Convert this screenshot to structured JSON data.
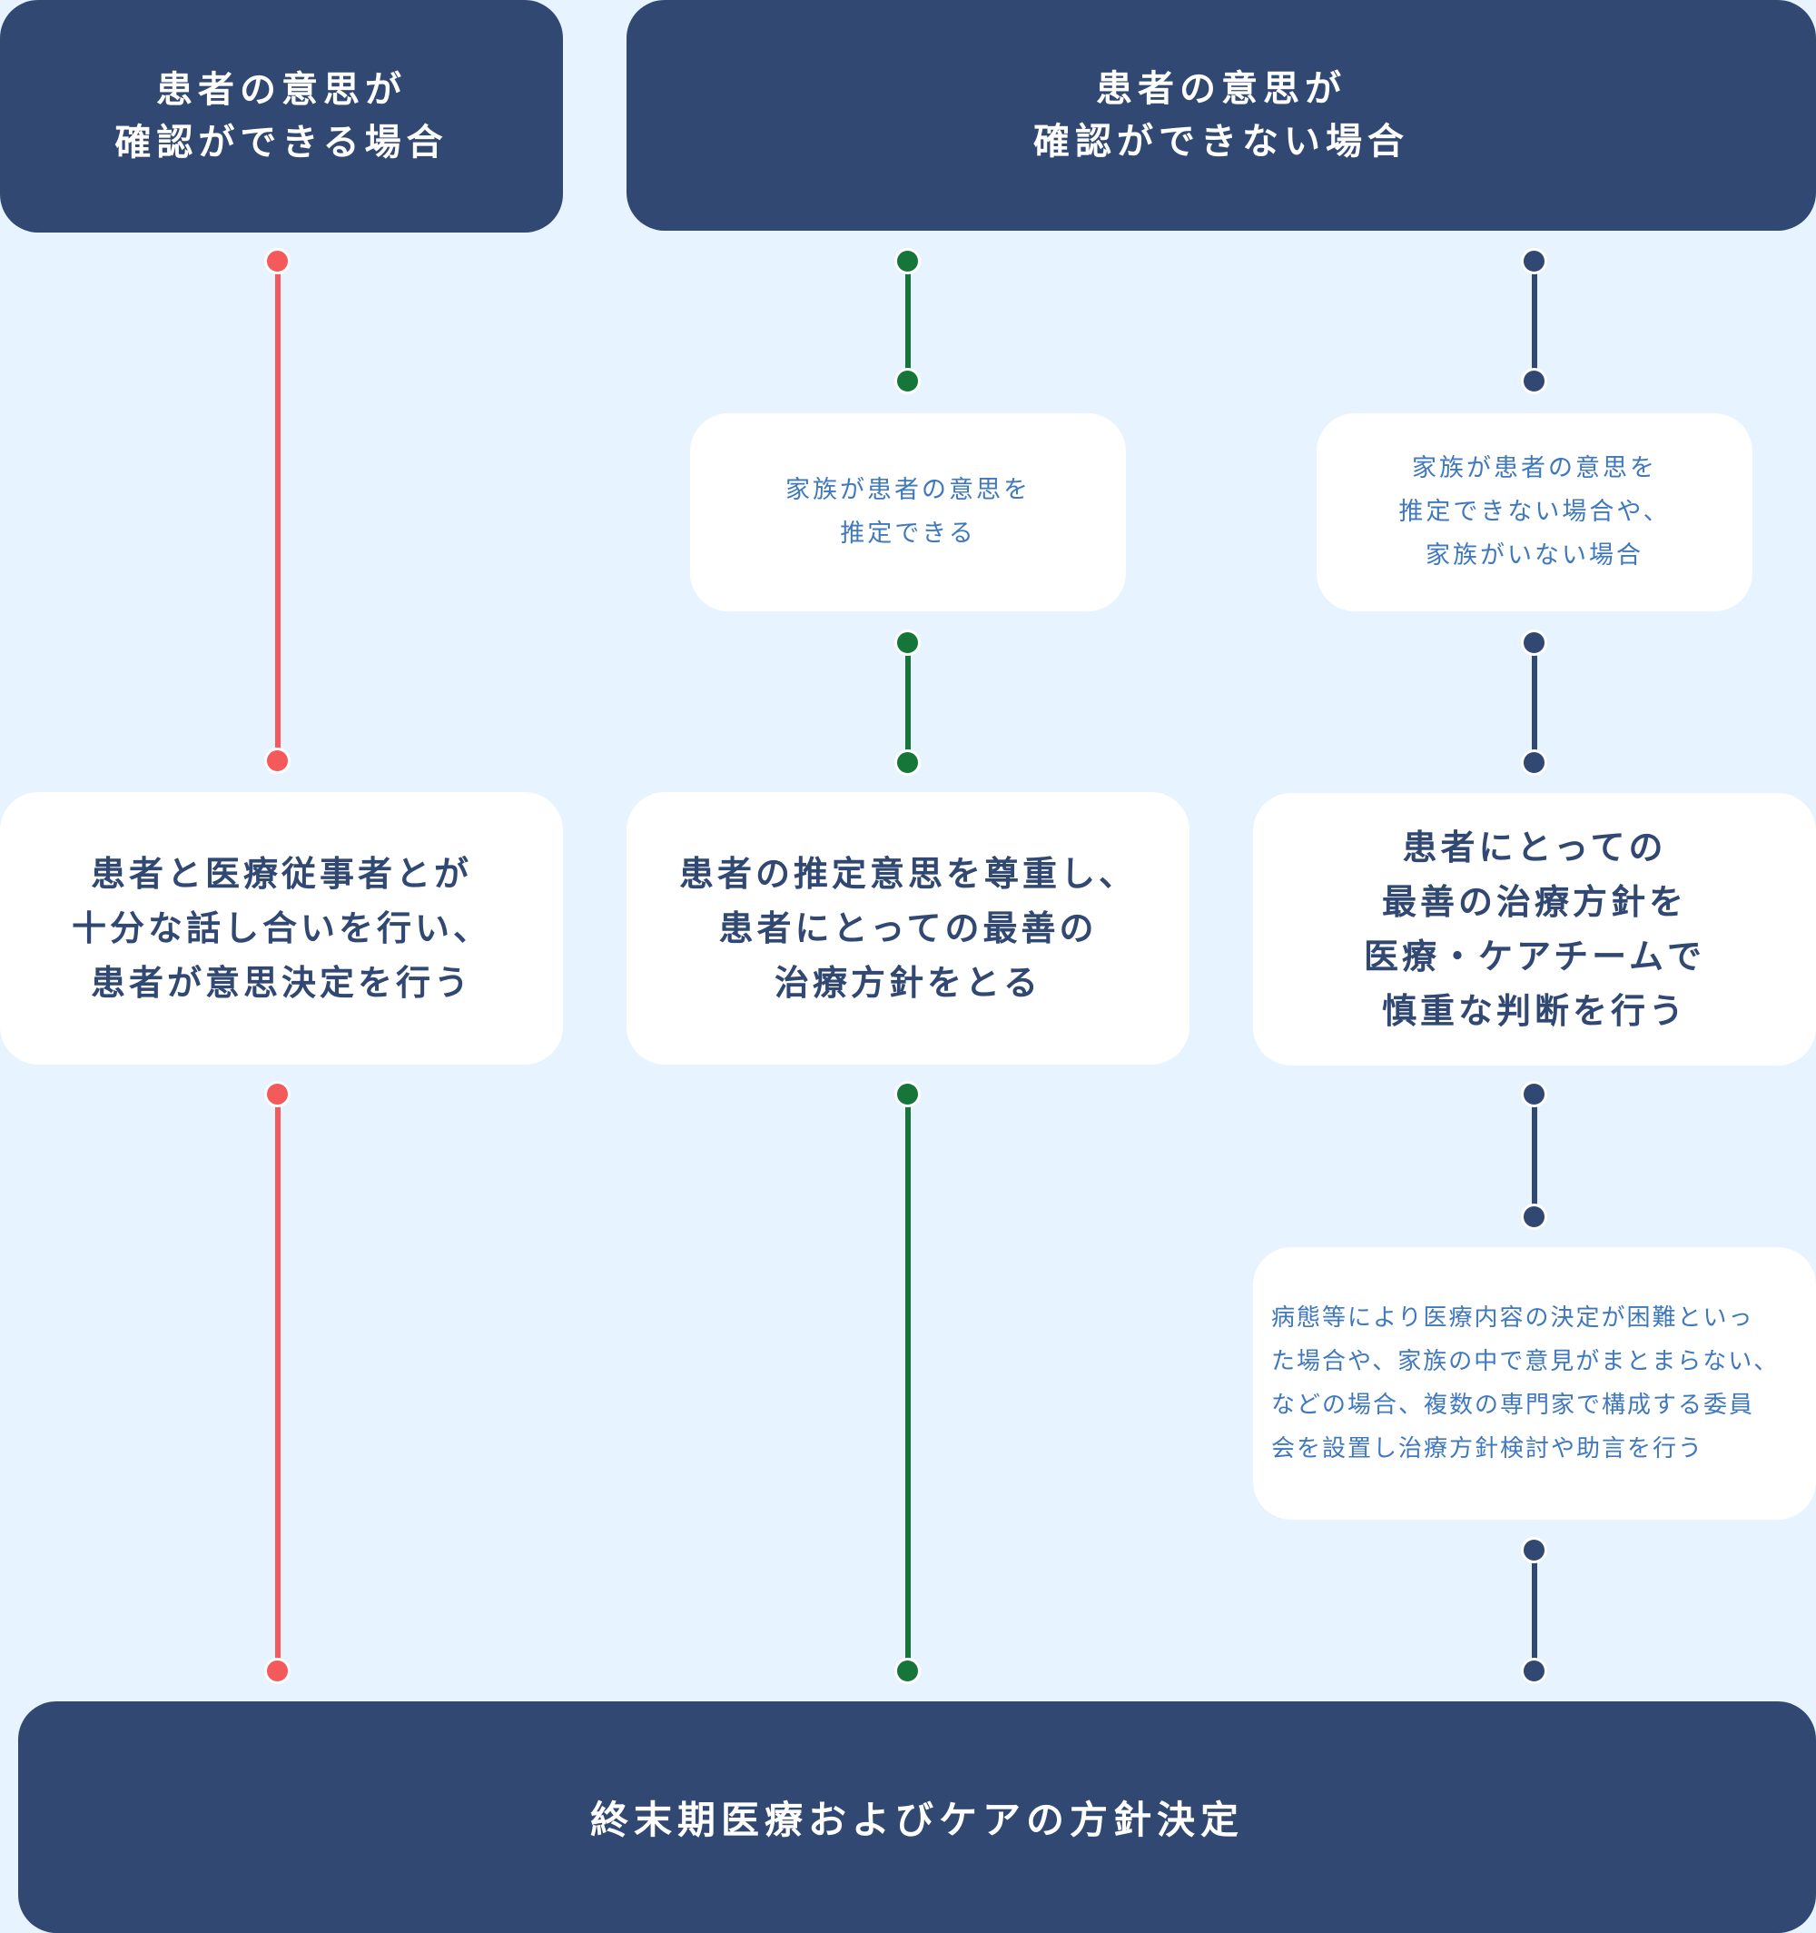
{
  "headers": {
    "left": "患者の意思が\n確認ができる場合",
    "right": "患者の意思が\n確認ができない場合"
  },
  "middle_boxes": {
    "family_can_estimate": "家族が患者の意思を\n推定できる",
    "family_cannot_estimate": "家族が患者の意思を\n推定できない場合や、\n家族がいない場合"
  },
  "main_boxes": {
    "left": "患者と医療従事者とが\n十分な話し合いを行い、\n患者が意思決定を行う",
    "center": "患者の推定意思を尊重し、\n患者にとっての最善の\n治療方針をとる",
    "right": "患者にとっての\n最善の治療方針を\n医療・ケアチームで\n慎重な判断を行う"
  },
  "committee_box": "病態等により医療内容の決定が困難といっ\nた場合や、家族の中で意見がまとまらない、\nなどの場合、複数の専門家で構成する委員\n会を設置し治療方針検討や助言を行う",
  "footer": "終末期医療およびケアの方針決定",
  "colors": {
    "background": "#e7f3fe",
    "navy": "#314872",
    "red": "#f45a5b",
    "green": "#16763a",
    "light_text": "#3f78be"
  }
}
